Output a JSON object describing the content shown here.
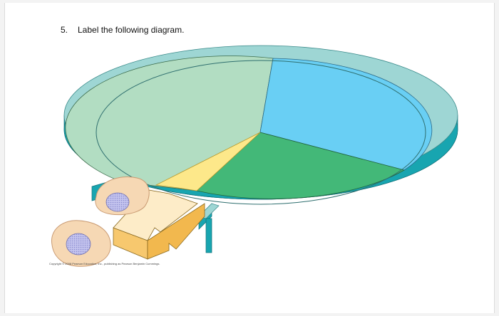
{
  "question": {
    "number": "5.",
    "text": "Label the following diagram."
  },
  "diagram": {
    "copyright": "Copyright © 2008 Pearson Education, Inc., publishing as Pearson Benjamin Cummings.",
    "colors": {
      "ring_top": "#9ed6d4",
      "ring_side": "#18a5b0",
      "sector_pale_green": "#b2ddc2",
      "sector_blue": "#69cff4",
      "sector_green": "#43b878",
      "wedge_yellow": "#fde88a",
      "arrow_fill": "#fdecc8",
      "arrow_side": "#f7c86e",
      "cell_fill": "#f6d8b4",
      "nucleus_fill": "#b8b8e8"
    }
  }
}
